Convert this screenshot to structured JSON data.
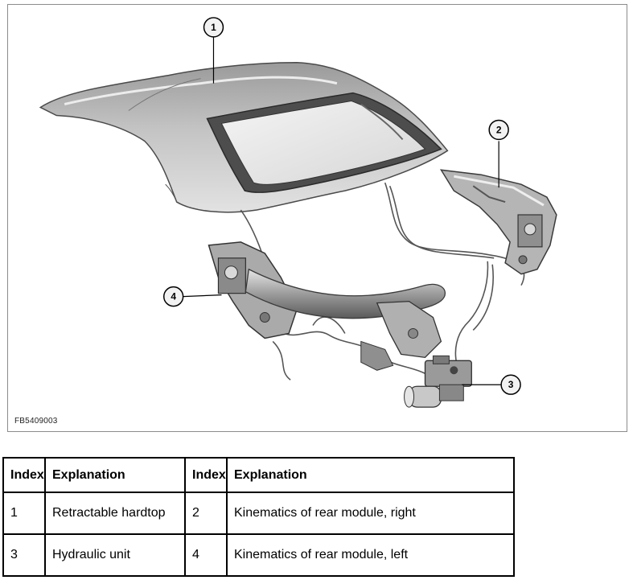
{
  "figure": {
    "code": "FB5409003",
    "callouts": [
      "1",
      "2",
      "3",
      "4"
    ]
  },
  "legend": {
    "headers": [
      "Index",
      "Explanation",
      "Index",
      "Explanation"
    ],
    "rows": [
      [
        "1",
        "Retractable hardtop",
        "2",
        "Kinematics of rear module, right"
      ],
      [
        "3",
        "Hydraulic unit",
        "4",
        "Kinematics of rear module, left"
      ]
    ]
  }
}
